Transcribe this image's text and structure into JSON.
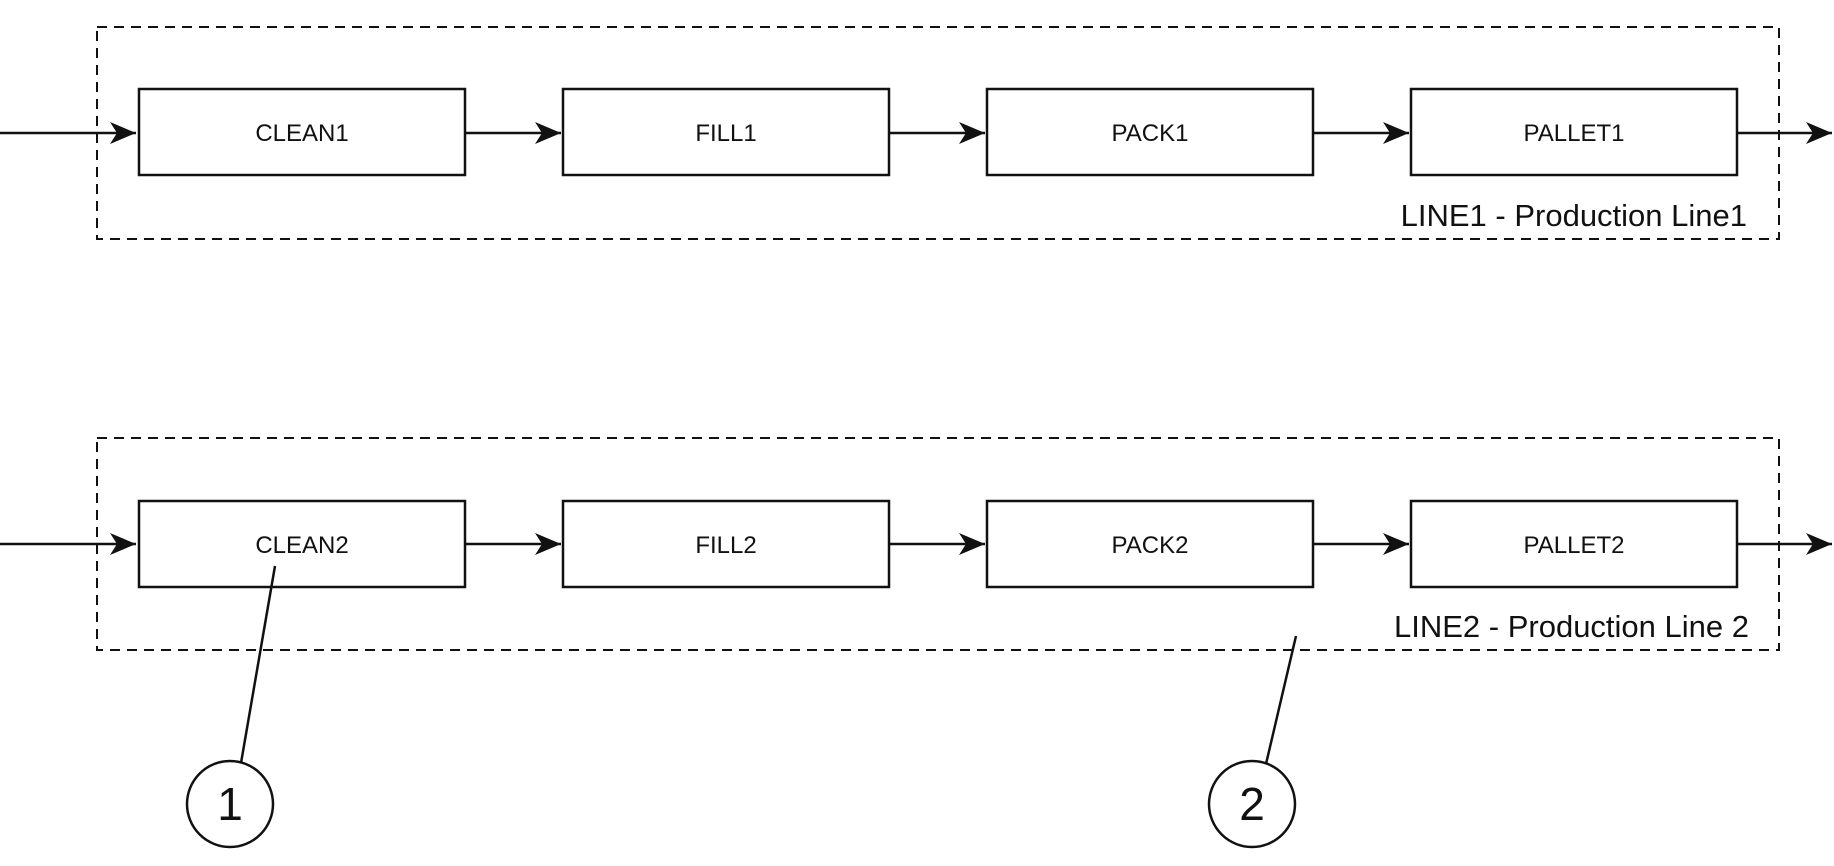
{
  "lines": [
    {
      "label": "LINE1 - Production Line1",
      "stations": [
        "CLEAN1",
        "FILL1",
        "PACK1",
        "PALLET1"
      ]
    },
    {
      "label": "LINE2 - Production Line 2",
      "stations": [
        "CLEAN2",
        "FILL2",
        "PACK2",
        "PALLET2"
      ]
    }
  ],
  "callouts": [
    "1",
    "2"
  ]
}
